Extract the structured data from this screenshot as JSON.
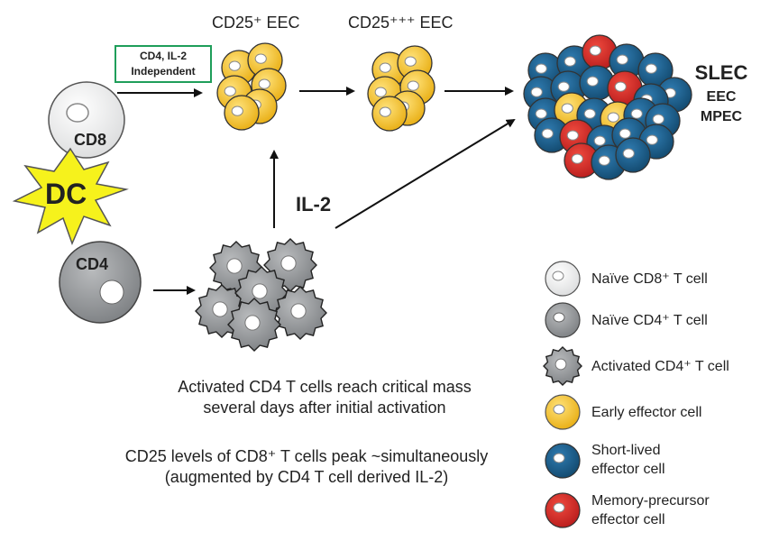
{
  "top_labels": {
    "cd25_eec": "CD25⁺ EEC",
    "cd25_ppp_eec": "CD25⁺⁺⁺ EEC"
  },
  "independent_box": {
    "line1": "CD4, IL-2",
    "line2": "Independent"
  },
  "cells": {
    "cd8_label": "CD8",
    "dc_label": "DC",
    "cd4_label": "CD4"
  },
  "il2_label": "IL-2",
  "outcome": {
    "slec": "SLEC",
    "eec": "EEC",
    "mpec": "MPEC"
  },
  "captions": {
    "line1": "Activated CD4 T cells reach critical mass",
    "line2": "several days after initial activation",
    "line3": "CD25 levels of CD8⁺ T cells peak ~simultaneously",
    "line4": "(augmented by CD4 T cell derived IL-2)"
  },
  "legend": [
    {
      "icon": "naive-cd8-cell-icon",
      "line1": "Naïve CD8⁺ T cell",
      "line2": ""
    },
    {
      "icon": "naive-cd4-cell-icon",
      "line1": "Naïve CD4⁺ T cell",
      "line2": ""
    },
    {
      "icon": "activated-cd4-cell-icon",
      "line1": "Activated CD4⁺ T cell",
      "line2": ""
    },
    {
      "icon": "early-effector-cell-icon",
      "line1": "Early effector cell",
      "line2": ""
    },
    {
      "icon": "short-lived-effector-cell-icon",
      "line1": "Short-lived",
      "line2": "effector cell"
    },
    {
      "icon": "memory-precursor-cell-icon",
      "line1": "Memory-precursor",
      "line2": "effector cell"
    }
  ],
  "colors": {
    "yellow": "#f2c12e",
    "blue": "#1b5c86",
    "red": "#d42a2a",
    "gray": "#8f9294",
    "dc_yellow": "#f6f21c",
    "box_green": "#1f9e5a"
  }
}
